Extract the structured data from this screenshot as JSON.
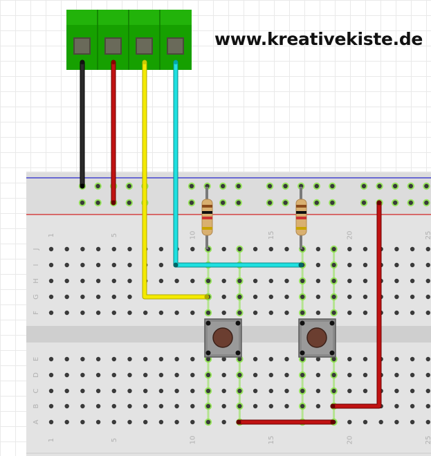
{
  "watermark": "www.kreativekiste.de",
  "breadboard": {
    "col_top": [
      "1",
      "5",
      "10",
      "15",
      "20",
      "25"
    ],
    "col_bottom": [
      "1",
      "5",
      "10",
      "15",
      "20",
      "25"
    ],
    "rows_top": [
      "J",
      "I",
      "H",
      "G",
      "F"
    ],
    "rows_bottom": [
      "E",
      "D",
      "C",
      "B",
      "A"
    ]
  },
  "colors": {
    "terminal_block": "#16a000",
    "wire_black": "#1a1a1a",
    "wire_red": "#c01212",
    "wire_yellow": "#f4ea00",
    "wire_cyan": "#1fe0e0",
    "rail_blue": "#2222cc",
    "rail_red": "#d22222",
    "highlight": "#8ee34e"
  }
}
